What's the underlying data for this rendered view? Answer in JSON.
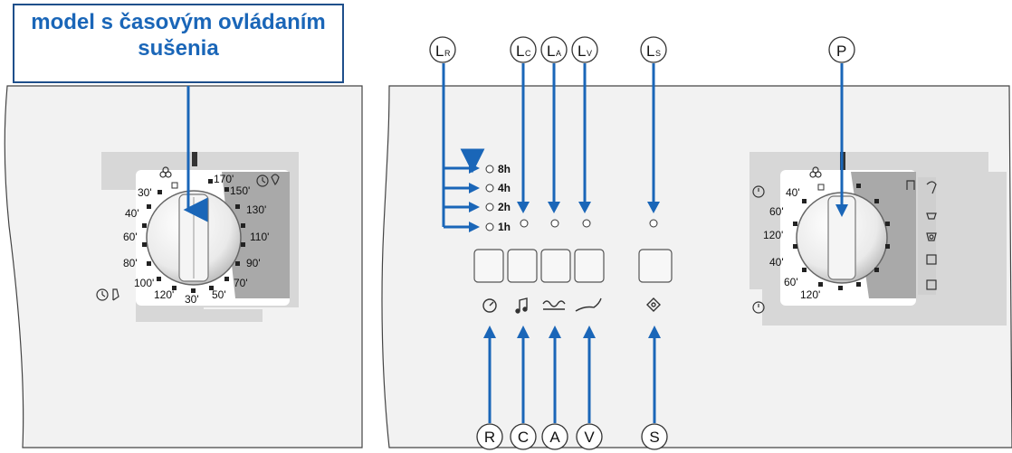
{
  "callout": {
    "line1": "model s časovým ovládaním",
    "line2": "sušenia"
  },
  "colors": {
    "accent": "#1a66b8",
    "panel_fill": "#f2f2f2",
    "panel_gray": "#d7d7d7",
    "dial_gray": "#a9a9a9",
    "outline": "#444444"
  },
  "top_labels": [
    {
      "id": "LR",
      "main": "L",
      "sub": "R"
    },
    {
      "id": "LC",
      "main": "L",
      "sub": "C"
    },
    {
      "id": "LA",
      "main": "L",
      "sub": "A"
    },
    {
      "id": "LV",
      "main": "L",
      "sub": "V"
    },
    {
      "id": "LS",
      "main": "L",
      "sub": "S"
    },
    {
      "id": "P",
      "main": "P",
      "sub": ""
    }
  ],
  "bottom_labels": [
    "R",
    "C",
    "A",
    "V",
    "S"
  ],
  "delay_leds": [
    "8h",
    "4h",
    "2h",
    "1h"
  ],
  "left_dial": {
    "ticks": [
      "170'",
      "150'",
      "130'",
      "110'",
      "90'",
      "70'",
      "50'",
      "30'",
      "120'",
      "100'",
      "80'",
      "60'",
      "40'",
      "30'"
    ]
  },
  "right_dial": {
    "ticks": [
      "40'",
      "60'",
      "120'",
      "40'",
      "60'",
      "120'"
    ]
  },
  "icons": [
    "clock-icon",
    "note-icon",
    "wave-icon",
    "curve-icon",
    "diamond-icon"
  ]
}
